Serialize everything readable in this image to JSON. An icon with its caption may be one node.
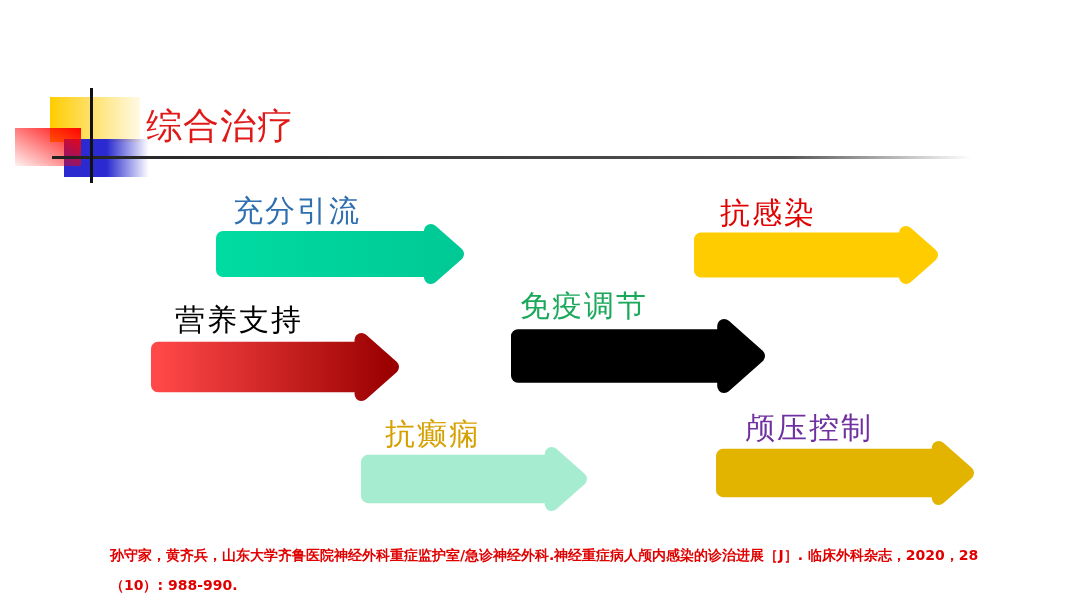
{
  "diagram": {
    "title": "综合治疗",
    "nodes": [
      {
        "text": [
          "充分引流"
        ]
      },
      {
        "text": [
          "抗感染"
        ]
      },
      {
        "text": [
          "营养支持"
        ]
      },
      {
        "text": [
          "免疫调节"
        ]
      },
      {
        "text": [
          "抗癫痫"
        ]
      },
      {
        "text": [
          "颅压控制"
        ]
      }
    ],
    "caption": "孙守家，黄齐兵，山东大学齐鲁医院神经外科重症监护室/急诊神经外科.神经重症病人颅内感染的诊治进展［J］. 临床外科杂志，2020，28（10）: 988-990."
  }
}
